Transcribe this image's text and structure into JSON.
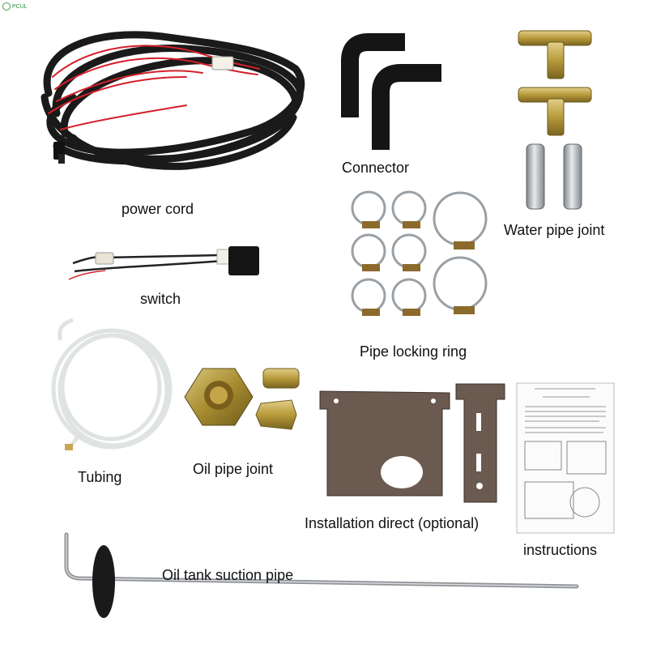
{
  "brand": {
    "logo_text": "PCUL",
    "logo_color": "#3aa04a"
  },
  "labels": {
    "power_cord": "power cord",
    "connector": "Connector",
    "water_pipe_joint": "Water pipe joint",
    "switch": "switch",
    "pipe_locking_ring": "Pipe locking ring",
    "tubing": "Tubing",
    "oil_pipe_joint": "Oil pipe joint",
    "installation_direct": "Installation direct (optional)",
    "instructions": "instructions",
    "oil_tank_suction_pipe": "Oil tank suction pipe"
  },
  "colors": {
    "cable_black": "#1a1a1a",
    "wire_red": "#d4202a",
    "hose_black": "#151515",
    "brass": "#b89a3a",
    "steel": "#a9adb2",
    "bracket": "#6b5a50",
    "tubing_white": "#ecefee"
  }
}
